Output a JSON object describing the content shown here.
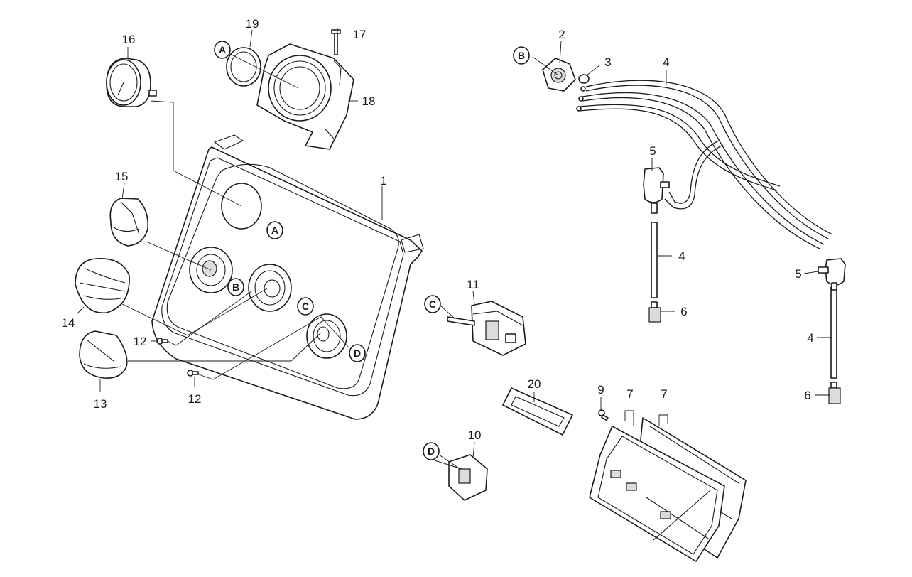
{
  "diagram": {
    "callouts": [
      {
        "id": "c1",
        "text": "1"
      },
      {
        "id": "c2",
        "text": "2"
      },
      {
        "id": "c3",
        "text": "3"
      },
      {
        "id": "c4a",
        "text": "4"
      },
      {
        "id": "c4b",
        "text": "4"
      },
      {
        "id": "c4c",
        "text": "4"
      },
      {
        "id": "c5a",
        "text": "5"
      },
      {
        "id": "c5b",
        "text": "5"
      },
      {
        "id": "c6a",
        "text": "6"
      },
      {
        "id": "c6b",
        "text": "6"
      },
      {
        "id": "c7a",
        "text": "7"
      },
      {
        "id": "c7b",
        "text": "7"
      },
      {
        "id": "c9",
        "text": "9"
      },
      {
        "id": "c10",
        "text": "10"
      },
      {
        "id": "c11",
        "text": "11"
      },
      {
        "id": "c12a",
        "text": "12"
      },
      {
        "id": "c12b",
        "text": "12"
      },
      {
        "id": "c13",
        "text": "13"
      },
      {
        "id": "c14",
        "text": "14"
      },
      {
        "id": "c15",
        "text": "15"
      },
      {
        "id": "c16",
        "text": "16"
      },
      {
        "id": "c17",
        "text": "17"
      },
      {
        "id": "c18",
        "text": "18"
      },
      {
        "id": "c19",
        "text": "19"
      },
      {
        "id": "c20",
        "text": "20"
      }
    ],
    "references": [
      {
        "id": "rA1",
        "text": "A"
      },
      {
        "id": "rA2",
        "text": "A"
      },
      {
        "id": "rB1",
        "text": "B"
      },
      {
        "id": "rB2",
        "text": "B"
      },
      {
        "id": "rC1",
        "text": "C"
      },
      {
        "id": "rC2",
        "text": "C"
      },
      {
        "id": "rD1",
        "text": "D"
      },
      {
        "id": "rD2",
        "text": "D"
      }
    ]
  }
}
